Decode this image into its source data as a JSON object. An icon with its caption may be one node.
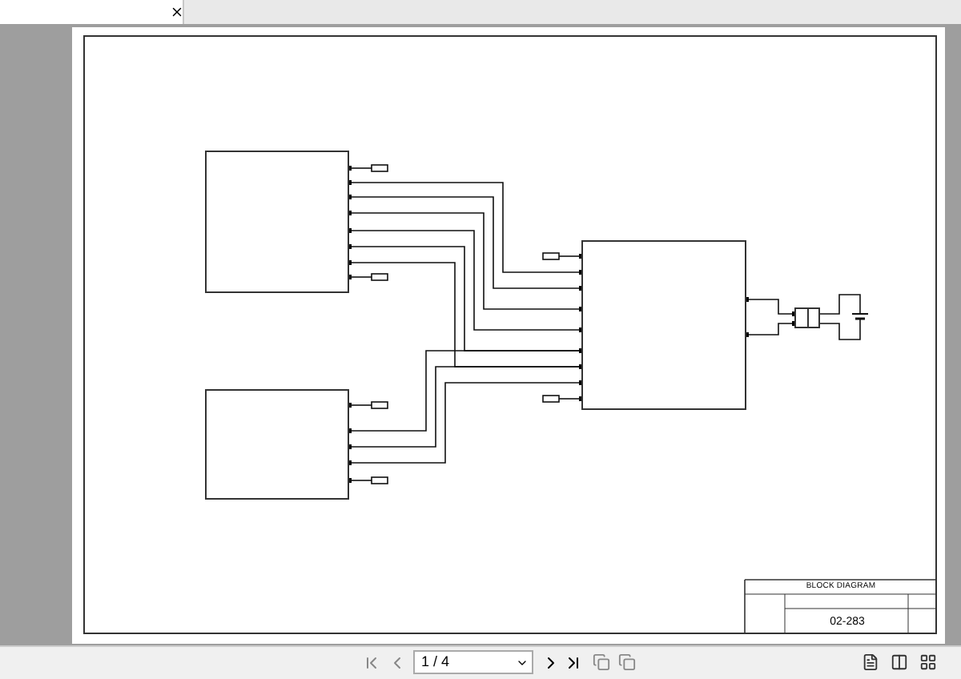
{
  "diagram": {
    "nodes": [
      {
        "text": [],
        "shape": "box"
      },
      {
        "text": [],
        "shape": "box"
      },
      {
        "text": [],
        "shape": "box"
      },
      {
        "text": [],
        "shape": "box"
      },
      {
        "text": [],
        "shape": "battery"
      }
    ],
    "edges": [
      {
        "from": 0,
        "to": 2,
        "arrow": "none"
      },
      {
        "from": 0,
        "to": 2,
        "arrow": "none"
      },
      {
        "from": 0,
        "to": 2,
        "arrow": "none"
      },
      {
        "from": 0,
        "to": 2,
        "arrow": "none"
      },
      {
        "from": 0,
        "to": 2,
        "arrow": "none"
      },
      {
        "from": 0,
        "to": 2,
        "arrow": "none"
      },
      {
        "from": 1,
        "to": 2,
        "arrow": "none"
      },
      {
        "from": 1,
        "to": 2,
        "arrow": "none"
      },
      {
        "from": 1,
        "to": 2,
        "arrow": "none"
      },
      {
        "from": 2,
        "to": 3,
        "arrow": "none"
      },
      {
        "from": 2,
        "to": 3,
        "arrow": "none"
      },
      {
        "from": 3,
        "to": 4,
        "arrow": "none"
      },
      {
        "from": 3,
        "to": 4,
        "arrow": "none"
      }
    ],
    "labels": [
      "BLOCK DIAGRAM",
      "02-283",
      "1 / 4"
    ]
  }
}
